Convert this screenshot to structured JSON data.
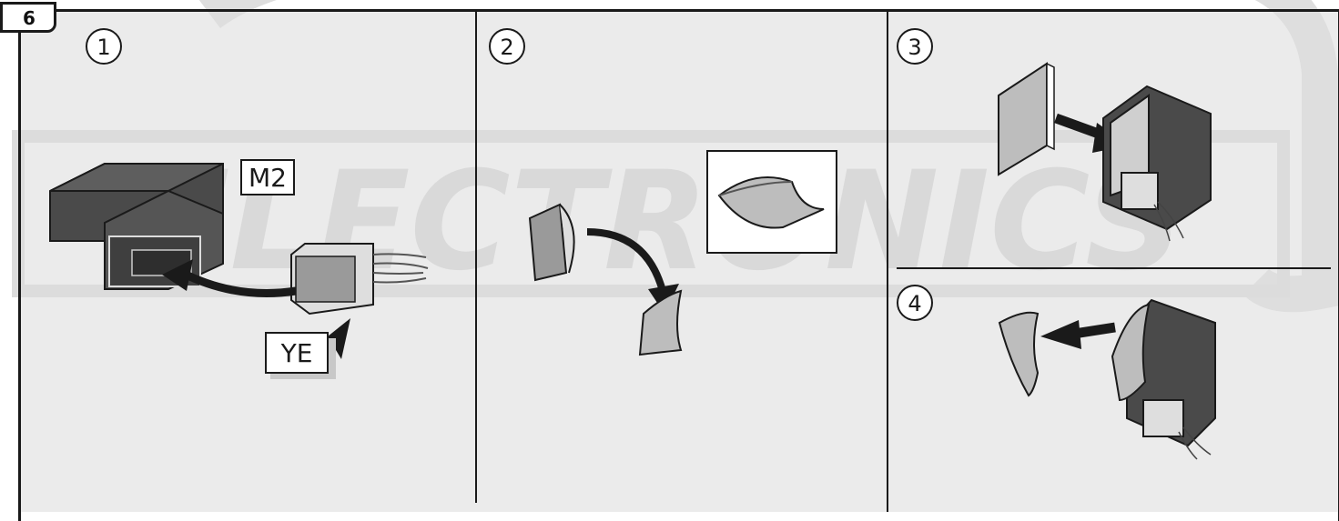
{
  "step_tab": "6",
  "steps": [
    {
      "number": "1"
    },
    {
      "number": "2"
    },
    {
      "number": "3"
    },
    {
      "number": "4"
    }
  ],
  "labels": {
    "module_label": "M2",
    "connector_label": "YE"
  },
  "watermark": {
    "text": "ELECTRONICS",
    "color": "#d9d9d9"
  },
  "colors": {
    "module_body": "#4a4a4a",
    "module_top": "#5e5e5e",
    "arrow": "#1a1a1a",
    "tape": "#bdbdbd",
    "background": "#ebebeb"
  }
}
